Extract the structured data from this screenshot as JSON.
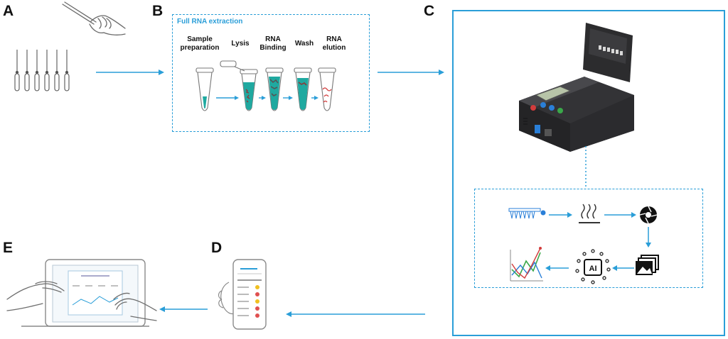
{
  "panels": {
    "a": "A",
    "b": "B",
    "c": "C",
    "d": "D",
    "e": "E"
  },
  "extraction": {
    "title": "Full RNA extraction",
    "steps": [
      {
        "line1": "Sample",
        "line2": "preparation"
      },
      {
        "line1": "Lysis",
        "line2": ""
      },
      {
        "line1": "RNA",
        "line2": "Binding"
      },
      {
        "line1": "Wash",
        "line2": ""
      },
      {
        "line1": "RNA",
        "line2": "elution"
      }
    ]
  },
  "icons": {
    "ai_badge": "AI"
  },
  "colors": {
    "accent": "#2a9ed8",
    "liquid": "#1fa9a0",
    "device": "#3a3a3c"
  }
}
